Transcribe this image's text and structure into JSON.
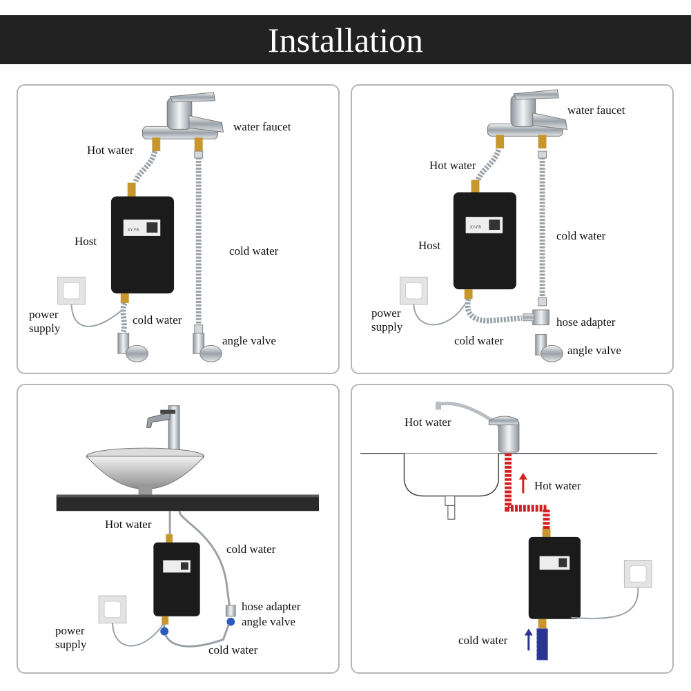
{
  "header": {
    "title": "Installation"
  },
  "panels": [
    {
      "labels": {
        "water_faucet": "water faucet",
        "hot_water": "Hot water",
        "host": "Host",
        "cold_water_pipe": "cold water",
        "power_supply": "power supply",
        "cold_water_inlet": "cold water",
        "angle_valve": "angle valve"
      }
    },
    {
      "labels": {
        "water_faucet": "water faucet",
        "hot_water": "Hot water",
        "host": "Host",
        "cold_water_pipe": "cold water",
        "power_supply": "power supply",
        "hose_adapter": "hose adapter",
        "cold_water_inlet": "cold water",
        "angle_valve": "angle valve"
      }
    },
    {
      "labels": {
        "hot_water": "Hot water",
        "cold_water_pipe": "cold water",
        "hose_adapter": "hose adapter",
        "angle_valve": "angle valve",
        "power_supply": "power supply",
        "cold_water_inlet": "cold water"
      }
    },
    {
      "labels": {
        "hot_water_top": "Hot water",
        "hot_water_arrow": "Hot water",
        "cold_water": "cold water"
      }
    }
  ],
  "device": {
    "display_text": "XY-FR"
  },
  "colors": {
    "banner": "#222222",
    "hot_pipe": "#d32020",
    "cold_pipe": "#2a3590",
    "heater_body": "#1b1b1b",
    "brass": "#c8962e",
    "chrome": "#c9ced3"
  }
}
